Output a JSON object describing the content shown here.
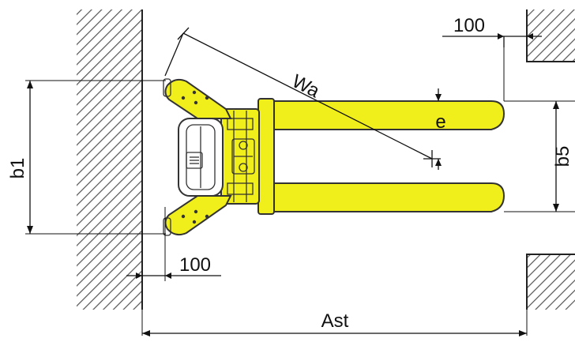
{
  "colors": {
    "body": "#f1ef1b",
    "outline": "#333333",
    "handle": "#ffffff",
    "hatch": "#555555",
    "dimension": "#111111"
  },
  "labels": {
    "wa": "Wa",
    "b1": "b1",
    "b5": "b5",
    "e": "e",
    "ast": "Ast",
    "clearance_top": "100",
    "clearance_bottom": "100"
  }
}
